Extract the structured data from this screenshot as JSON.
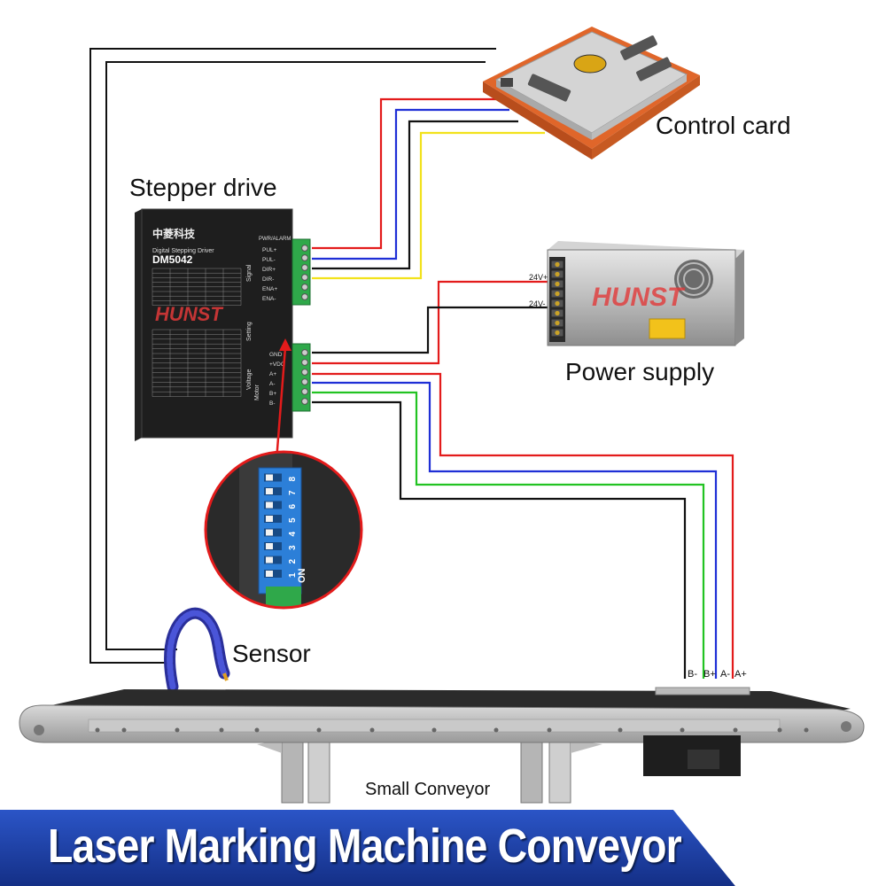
{
  "labels": {
    "control_card": "Control card",
    "stepper_drive": "Stepper drive",
    "power_supply": "Power supply",
    "sensor": "Sensor",
    "small_conveyor": "Small Conveyor"
  },
  "motor_pins": [
    "B-",
    "B+",
    "A-",
    "A+"
  ],
  "banner_title": "Laser Marking Machine Conveyor",
  "stepper": {
    "brand": "中菱科技",
    "subtitle": "Digital Stepping Driver",
    "model": "DM5042",
    "header": "PWR/ALARM",
    "signal_pins": [
      "PUL+",
      "PUL-",
      "DIR+",
      "DIR-",
      "ENA+",
      "ENA-"
    ],
    "power_pins": [
      "GND",
      "+VDC",
      "A+",
      "A-",
      "B+",
      "B-"
    ],
    "side_labels": [
      "Signal",
      "Setting",
      "Voltage",
      "Motor"
    ]
  },
  "power": {
    "logo": "HUNST",
    "terminals": [
      "24V+",
      "24V-"
    ]
  },
  "dip_switch": {
    "numbers": [
      "1",
      "2",
      "3",
      "4",
      "5",
      "6",
      "7",
      "8"
    ],
    "on_label": "ON"
  },
  "colors": {
    "wire_red": "#e31b1b",
    "wire_blue": "#1f2fd6",
    "wire_green": "#22c322",
    "wire_yellow": "#f2e21b",
    "wire_black": "#111111",
    "banner_blue": "#1a3fa8",
    "card_orange": "#e0662a",
    "dip_blue": "#2c7fd8"
  }
}
